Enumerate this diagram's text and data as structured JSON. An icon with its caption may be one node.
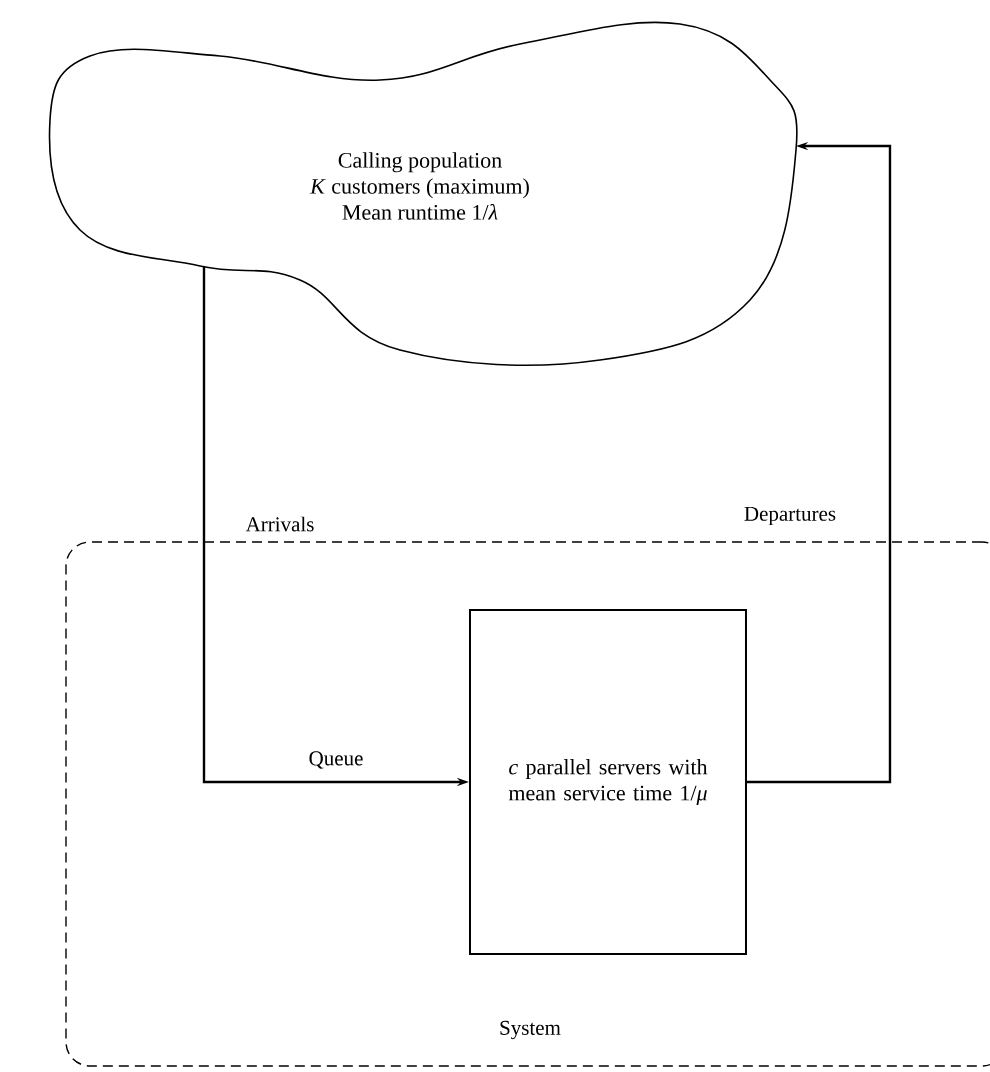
{
  "diagram": {
    "nodes": [
      {
        "text": [
          "Calling population",
          "*K* customers (maximum)",
          "Mean runtime 1/*λ*"
        ]
      },
      {
        "text": [
          "System"
        ]
      },
      {
        "text": [
          "*c* parallel servers with mean service time 1/*μ*"
        ],
        "in": 1
      }
    ],
    "edges": [
      {
        "from": 0,
        "to": 2,
        "arrow": "to",
        "label": "Arrivals"
      },
      {
        "from": 2,
        "to": 0,
        "arrow": "to",
        "label": "Departures"
      }
    ],
    "labels": [
      "Queue"
    ]
  }
}
